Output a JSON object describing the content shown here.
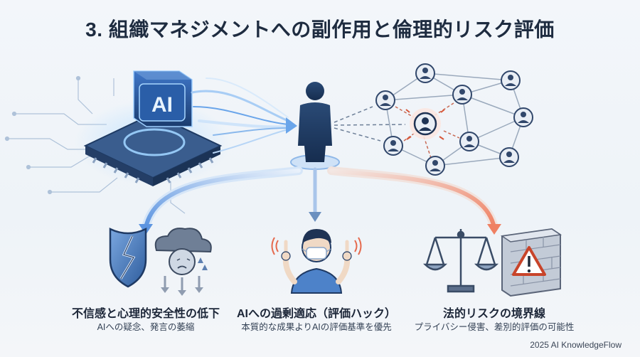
{
  "title": "3. 組織マネジメントへの副作用と倫理的リスク評価",
  "chip_text": "AI",
  "panels": [
    {
      "label": "不信感と心理的安全性の低下",
      "sub": "AIへの疑念、発言の萎縮"
    },
    {
      "label": "AIへの過剰適応（評価ハック）",
      "sub": "本質的な成果よりAIの評価基準を優先"
    },
    {
      "label": "法的リスクの境界線",
      "sub": "プライバシー侵害、差別的評価の可能性"
    }
  ],
  "footer": "2025 AI KnowledgeFlow",
  "colors": {
    "accent_blue": "#3d7fd6",
    "accent_red": "#e56a4e",
    "dark_blue": "#1f3a64"
  }
}
